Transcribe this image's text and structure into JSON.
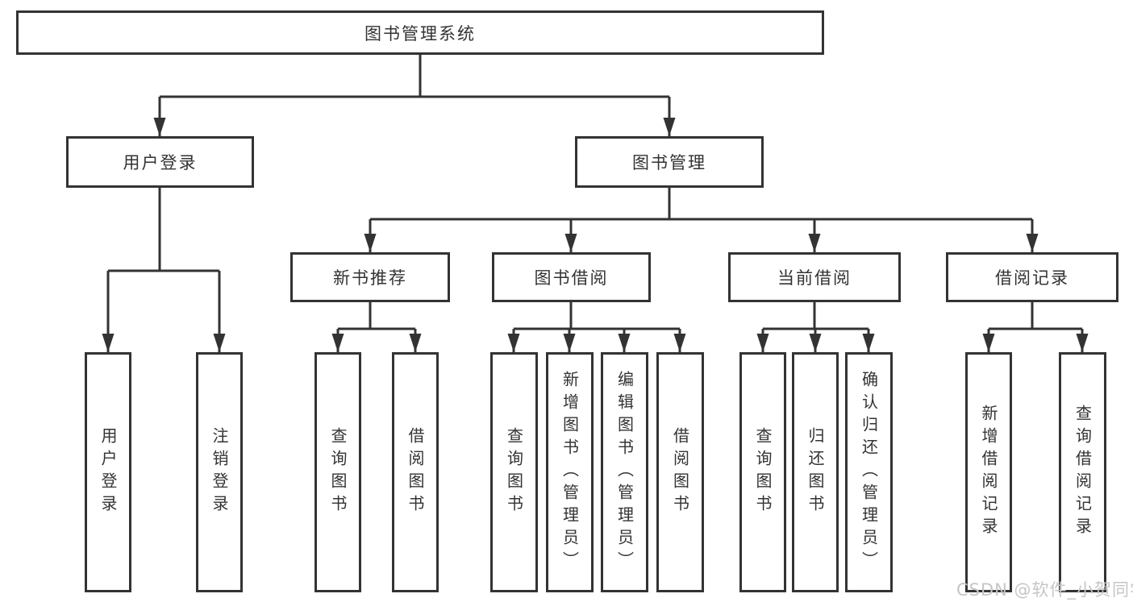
{
  "diagram_title": "图书管理系统",
  "tree": {
    "root": {
      "label": "图书管理系统",
      "children": [
        {
          "label": "用户登录",
          "children": [
            {
              "label": "用户登录"
            },
            {
              "label": "注销登录"
            }
          ]
        },
        {
          "label": "图书管理",
          "children": [
            {
              "label": "新书推荐",
              "children": [
                {
                  "label": "查询图书"
                },
                {
                  "label": "借阅图书"
                }
              ]
            },
            {
              "label": "图书借阅",
              "children": [
                {
                  "label": "查询图书"
                },
                {
                  "label": "新增图书（管理员）"
                },
                {
                  "label": "编辑图书（管理员）"
                },
                {
                  "label": "借阅图书"
                }
              ]
            },
            {
              "label": "当前借阅",
              "children": [
                {
                  "label": "查询图书"
                },
                {
                  "label": "归还图书"
                },
                {
                  "label": "确认归还（管理员）"
                }
              ]
            },
            {
              "label": "借阅记录",
              "children": [
                {
                  "label": "新增借阅记录"
                },
                {
                  "label": "查询借阅记录"
                }
              ]
            }
          ]
        }
      ]
    }
  },
  "watermark": {
    "text": "CSDN @软件_小贺同学",
    "color": "#c6c6c6"
  },
  "colors": {
    "line": "#333333",
    "box_border": "#333333",
    "text": "#333333",
    "background": "#ffffff"
  }
}
